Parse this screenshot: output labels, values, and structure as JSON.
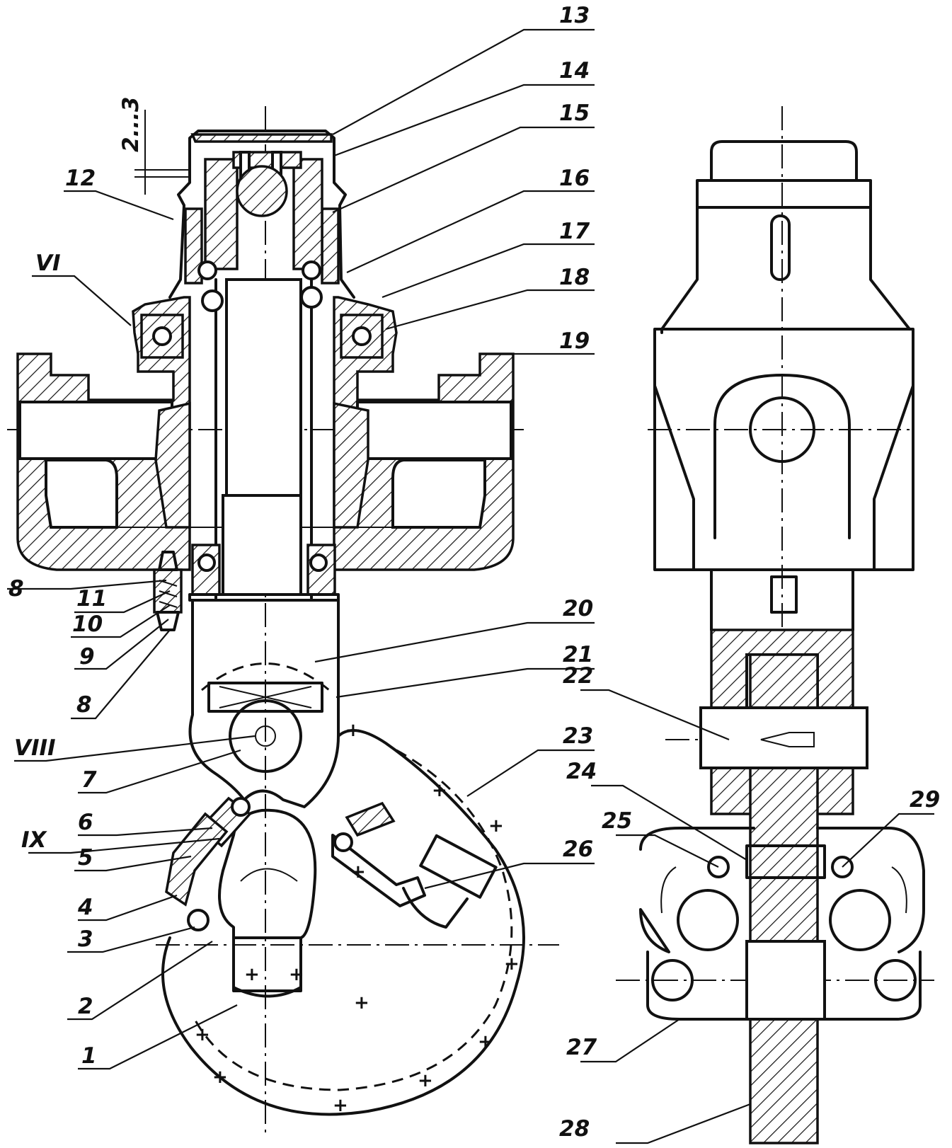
{
  "callouts": [
    {
      "id": "13",
      "text": "13"
    },
    {
      "id": "14",
      "text": "14"
    },
    {
      "id": "15",
      "text": "15"
    },
    {
      "id": "16",
      "text": "16"
    },
    {
      "id": "17",
      "text": "17"
    },
    {
      "id": "18",
      "text": "18"
    },
    {
      "id": "19",
      "text": "19"
    },
    {
      "id": "12",
      "text": "12"
    },
    {
      "id": "VI",
      "text": "VI"
    },
    {
      "id": "8a",
      "text": "8"
    },
    {
      "id": "11",
      "text": "11"
    },
    {
      "id": "10",
      "text": "10"
    },
    {
      "id": "9",
      "text": "9"
    },
    {
      "id": "8b",
      "text": "8"
    },
    {
      "id": "VIII",
      "text": "VIII"
    },
    {
      "id": "7",
      "text": "7"
    },
    {
      "id": "6",
      "text": "6"
    },
    {
      "id": "IX",
      "text": "IX"
    },
    {
      "id": "5",
      "text": "5"
    },
    {
      "id": "4",
      "text": "4"
    },
    {
      "id": "3",
      "text": "3"
    },
    {
      "id": "2",
      "text": "2"
    },
    {
      "id": "1",
      "text": "1"
    },
    {
      "id": "20",
      "text": "20"
    },
    {
      "id": "21",
      "text": "21"
    },
    {
      "id": "23",
      "text": "23"
    },
    {
      "id": "26",
      "text": "26"
    },
    {
      "id": "22",
      "text": "22"
    },
    {
      "id": "24",
      "text": "24"
    },
    {
      "id": "25",
      "text": "25"
    },
    {
      "id": "29",
      "text": "29"
    },
    {
      "id": "27",
      "text": "27"
    },
    {
      "id": "28",
      "text": "28"
    }
  ],
  "dimension_text": "2...3"
}
